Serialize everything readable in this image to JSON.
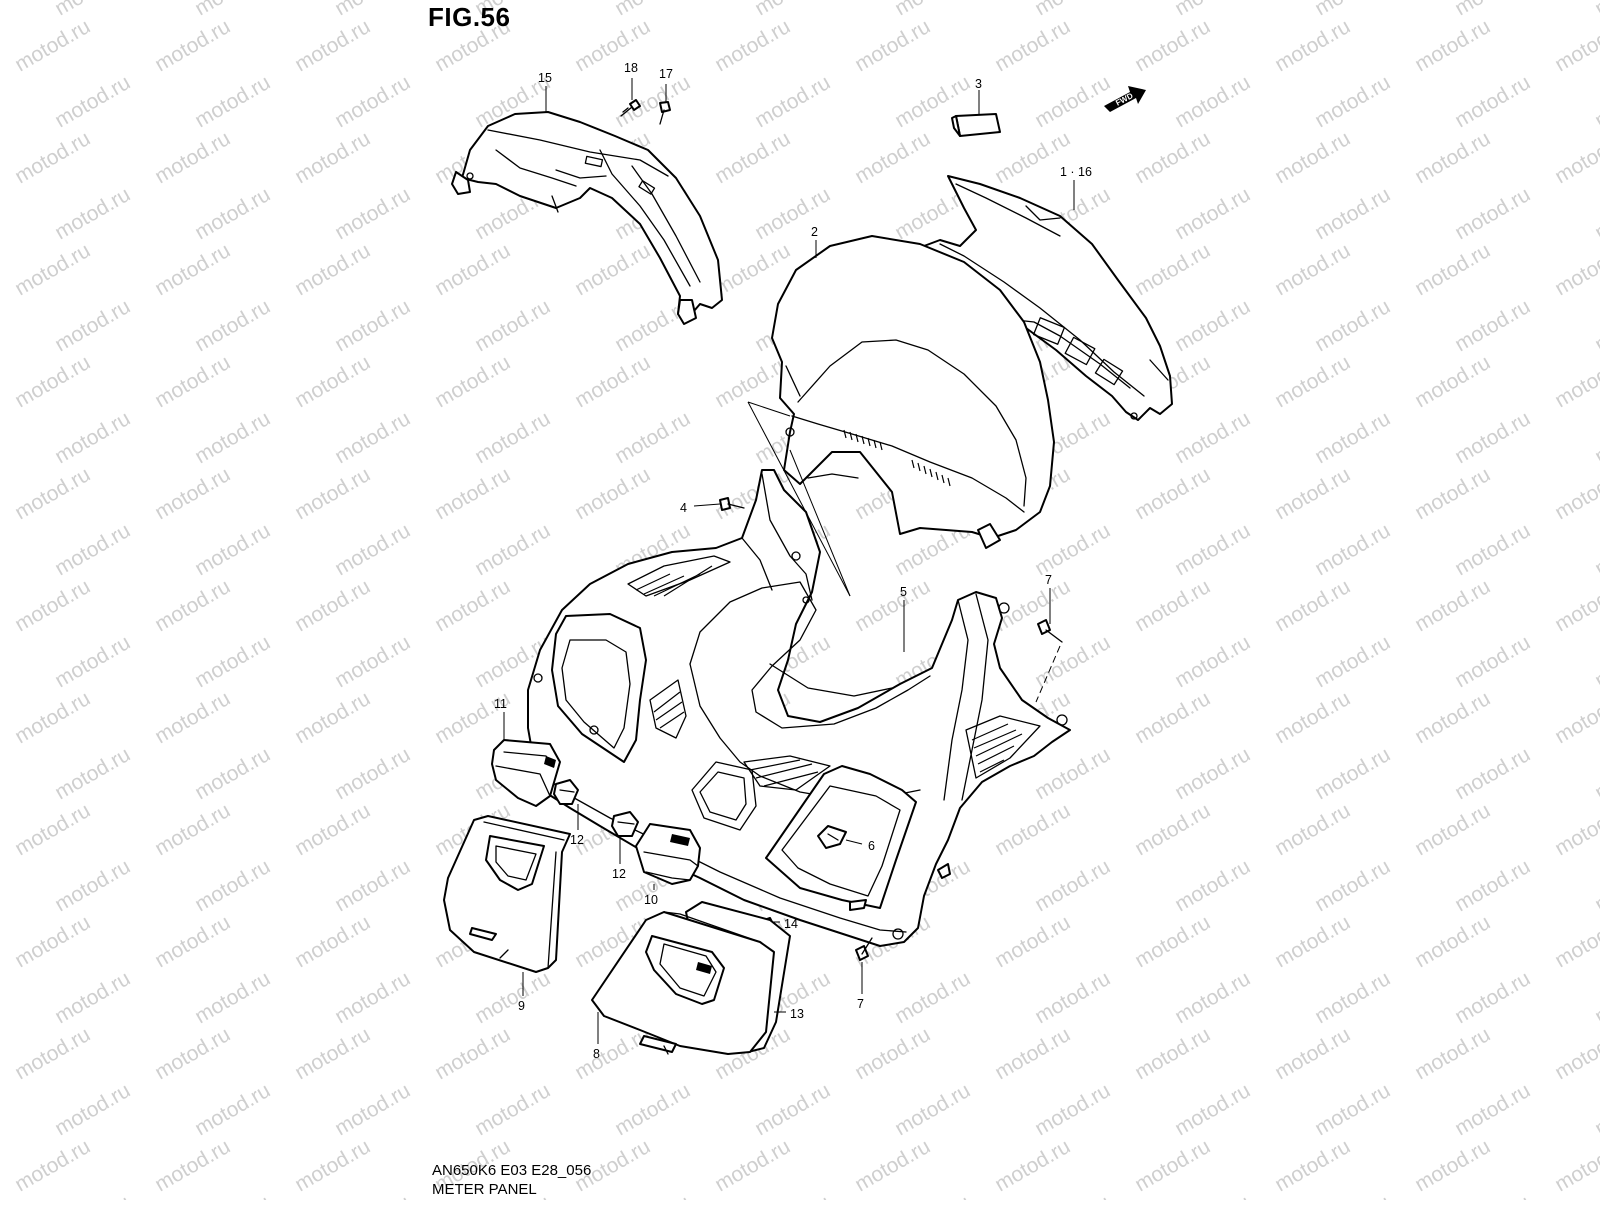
{
  "figure": {
    "title": "FIG.56",
    "code": "AN650K6 E03 E28_056",
    "name": "METER PANEL"
  },
  "watermark": "motod.ru",
  "fwd_badge": "FWD",
  "callouts": [
    {
      "id": "c15",
      "label": "15"
    },
    {
      "id": "c18",
      "label": "18"
    },
    {
      "id": "c17",
      "label": "17"
    },
    {
      "id": "c3",
      "label": "3"
    },
    {
      "id": "c1-16",
      "label": "1 · 16"
    },
    {
      "id": "c2",
      "label": "2"
    },
    {
      "id": "c4",
      "label": "4"
    },
    {
      "id": "c5",
      "label": "5"
    },
    {
      "id": "c7a",
      "label": "7"
    },
    {
      "id": "c11",
      "label": "11"
    },
    {
      "id": "c12a",
      "label": "12"
    },
    {
      "id": "c12b",
      "label": "12"
    },
    {
      "id": "c6",
      "label": "6"
    },
    {
      "id": "c10",
      "label": "10"
    },
    {
      "id": "c14",
      "label": "14"
    },
    {
      "id": "c9",
      "label": "9"
    },
    {
      "id": "c7b",
      "label": "7"
    },
    {
      "id": "c13",
      "label": "13"
    },
    {
      "id": "c8",
      "label": "8"
    }
  ]
}
